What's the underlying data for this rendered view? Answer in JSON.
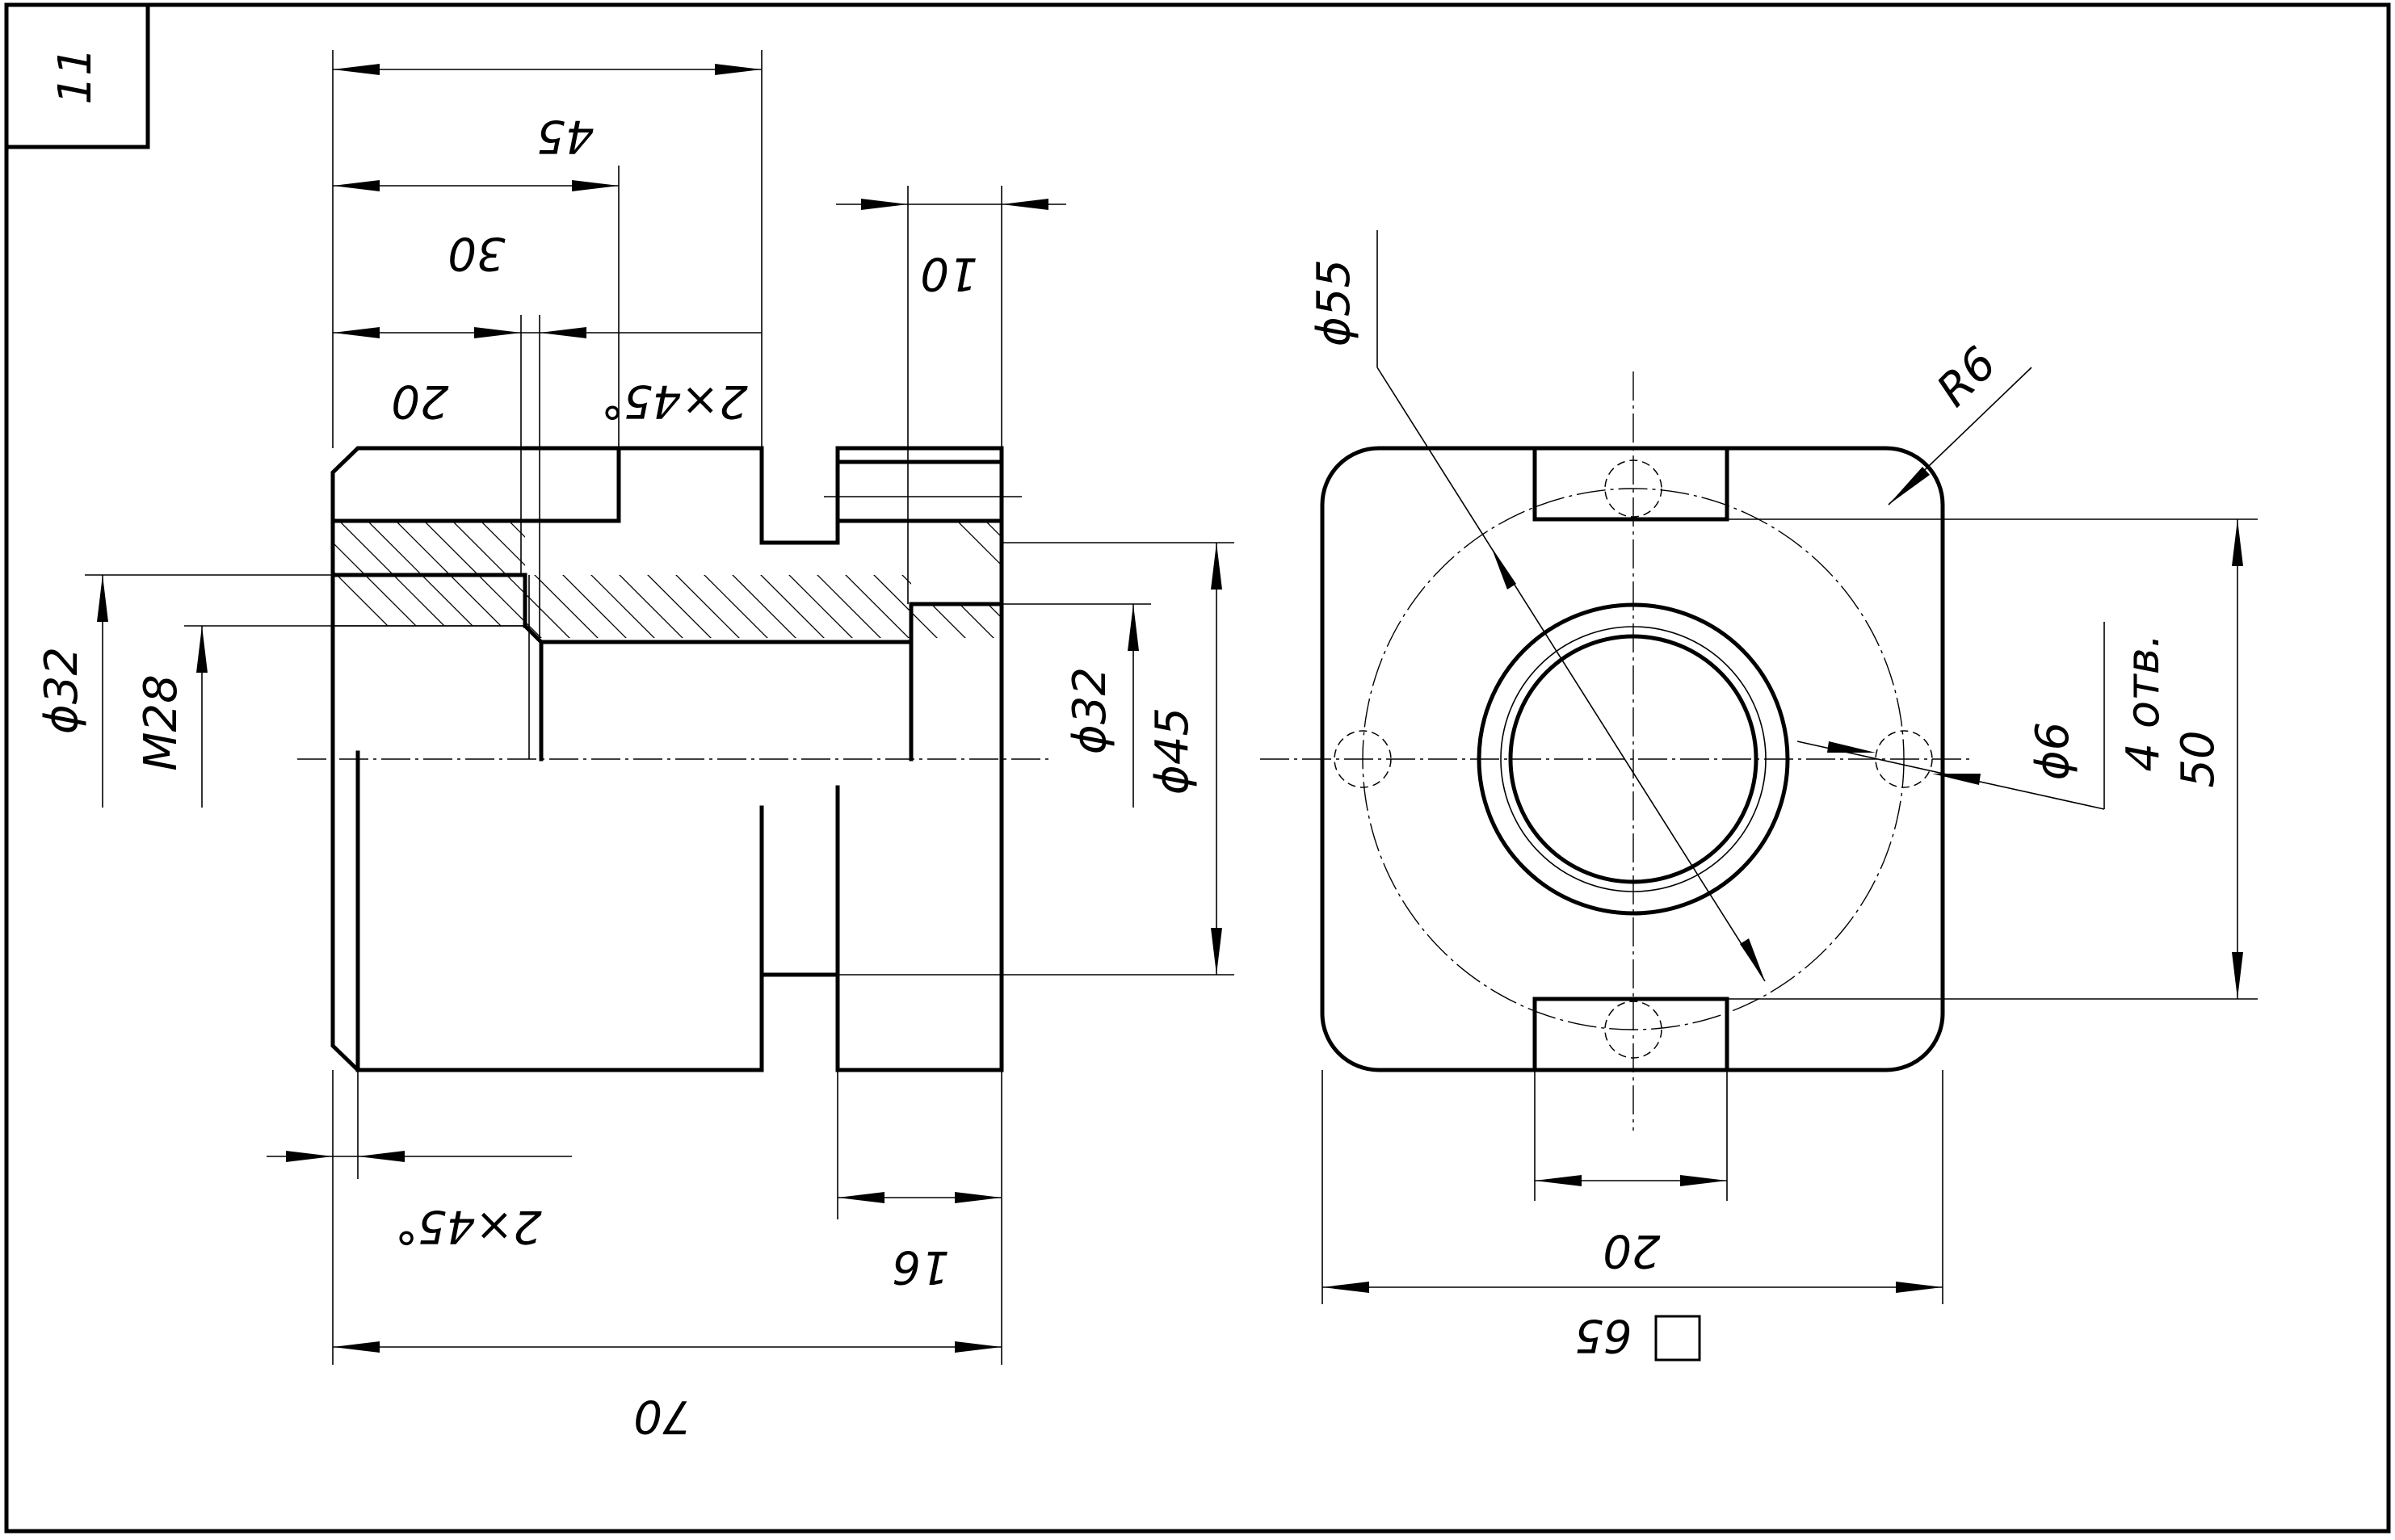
{
  "sheet_number": "11",
  "dimensions": {
    "overall_length": "70",
    "length_45": "45",
    "length_30": "30",
    "length_20": "20",
    "slot_width_10": "10",
    "chamfer_top": "2×45°",
    "chamfer_bottom": "2×45°",
    "flange_16": "16",
    "dia_32_left": "ϕ32",
    "thread_m28": "M28",
    "dia_32_right": "ϕ32",
    "dia_45": "ϕ45",
    "dia_55": "ϕ55",
    "radius_r6": "R6",
    "hole_dia_6": "ϕ6",
    "holes_count": "4 отв.",
    "spacing_50": "50",
    "slot_20": "20",
    "square_65": "65"
  },
  "colors": {
    "line": "#000000",
    "background": "#ffffff"
  }
}
